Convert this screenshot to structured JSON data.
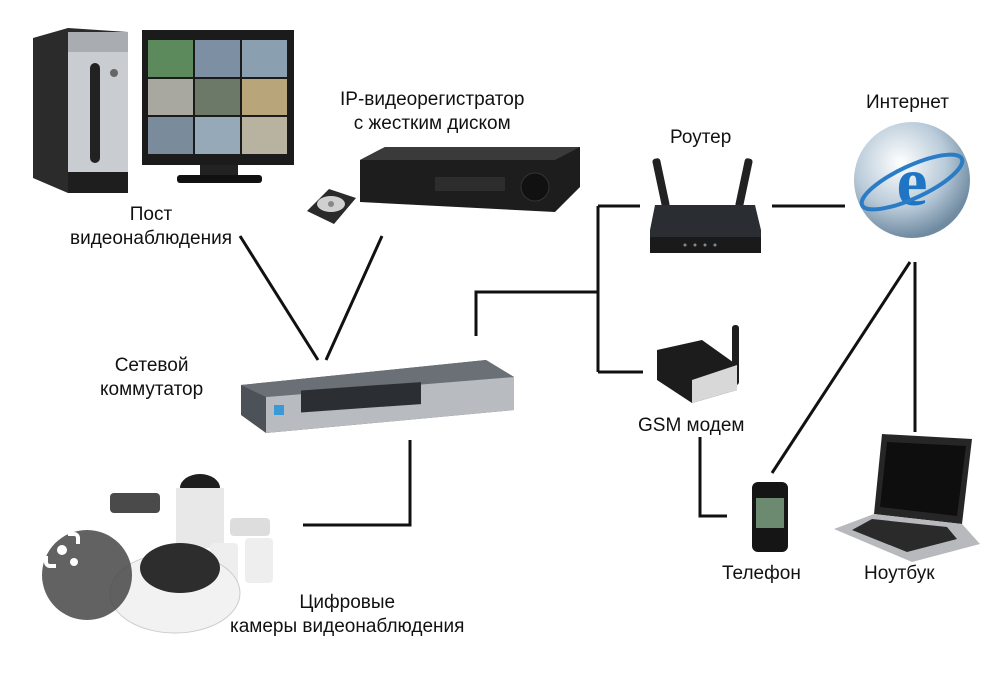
{
  "nodes": {
    "post": {
      "line1": "Пост",
      "line2": "видеонаблюдения"
    },
    "nvr": {
      "line1": "IP-видеорегистратор",
      "line2": "с жестким диском"
    },
    "router": {
      "label": "Роутер"
    },
    "internet": {
      "label": "Интернет"
    },
    "switch": {
      "line1": "Сетевой",
      "line2": "коммутатор"
    },
    "gsm": {
      "label": "GSM модем"
    },
    "phone": {
      "label": "Телефон"
    },
    "laptop": {
      "label": "Ноутбук"
    },
    "cameras": {
      "line1": "Цифровые",
      "line2": "камеры видеонаблюдения"
    }
  },
  "edges": [
    [
      "post",
      "switch"
    ],
    [
      "nvr",
      "switch"
    ],
    [
      "switch",
      "router"
    ],
    [
      "switch",
      "gsm"
    ],
    [
      "router",
      "internet"
    ],
    [
      "internet",
      "phone"
    ],
    [
      "internet",
      "laptop"
    ],
    [
      "gsm",
      "phone"
    ],
    [
      "switch",
      "cameras"
    ]
  ],
  "overlay": {
    "lens_icon": "google-lens-icon"
  }
}
